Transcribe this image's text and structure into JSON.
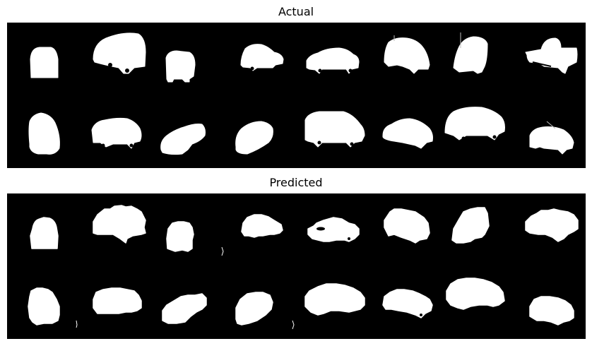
{
  "figure": {
    "panels": [
      {
        "id": "actual",
        "title": "Actual",
        "grid": {
          "rows": 2,
          "cols": 8
        },
        "mask_type": "clean"
      },
      {
        "id": "predicted",
        "title": "Predicted",
        "grid": {
          "rows": 2,
          "cols": 8
        },
        "mask_type": "noisy"
      }
    ],
    "colors": {
      "background": "#000000",
      "mask": "#ffffff",
      "page": "#ffffff"
    },
    "mask_subject": "car silhouettes"
  }
}
